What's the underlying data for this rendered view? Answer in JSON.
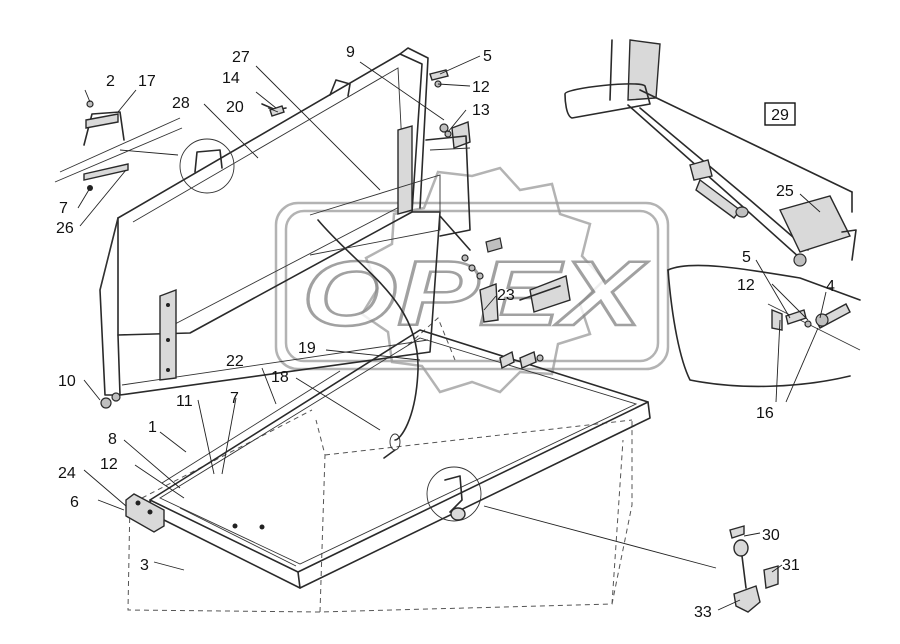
{
  "watermark": {
    "text": "OPEX"
  },
  "boxed_label": "29",
  "callouts": [
    {
      "id": "c1",
      "text": "1"
    },
    {
      "id": "c2",
      "text": "2"
    },
    {
      "id": "c3",
      "text": "3"
    },
    {
      "id": "c4",
      "text": "4"
    },
    {
      "id": "c5a",
      "text": "5"
    },
    {
      "id": "c5b",
      "text": "5"
    },
    {
      "id": "c6",
      "text": "6"
    },
    {
      "id": "c7a",
      "text": "7"
    },
    {
      "id": "c7b",
      "text": "7"
    },
    {
      "id": "c8",
      "text": "8"
    },
    {
      "id": "c9",
      "text": "9"
    },
    {
      "id": "c10",
      "text": "10"
    },
    {
      "id": "c11",
      "text": "11"
    },
    {
      "id": "c12a",
      "text": "12"
    },
    {
      "id": "c12b",
      "text": "12"
    },
    {
      "id": "c12c",
      "text": "12"
    },
    {
      "id": "c13",
      "text": "13"
    },
    {
      "id": "c14",
      "text": "14"
    },
    {
      "id": "c16",
      "text": "16"
    },
    {
      "id": "c17",
      "text": "17"
    },
    {
      "id": "c18",
      "text": "18"
    },
    {
      "id": "c19",
      "text": "19"
    },
    {
      "id": "c20",
      "text": "20"
    },
    {
      "id": "c22",
      "text": "22"
    },
    {
      "id": "c23",
      "text": "23"
    },
    {
      "id": "c24",
      "text": "24"
    },
    {
      "id": "c25",
      "text": "25"
    },
    {
      "id": "c26",
      "text": "26"
    },
    {
      "id": "c27",
      "text": "27"
    },
    {
      "id": "c28",
      "text": "28"
    },
    {
      "id": "c30",
      "text": "30"
    },
    {
      "id": "c31",
      "text": "31"
    },
    {
      "id": "c33",
      "text": "33"
    }
  ]
}
